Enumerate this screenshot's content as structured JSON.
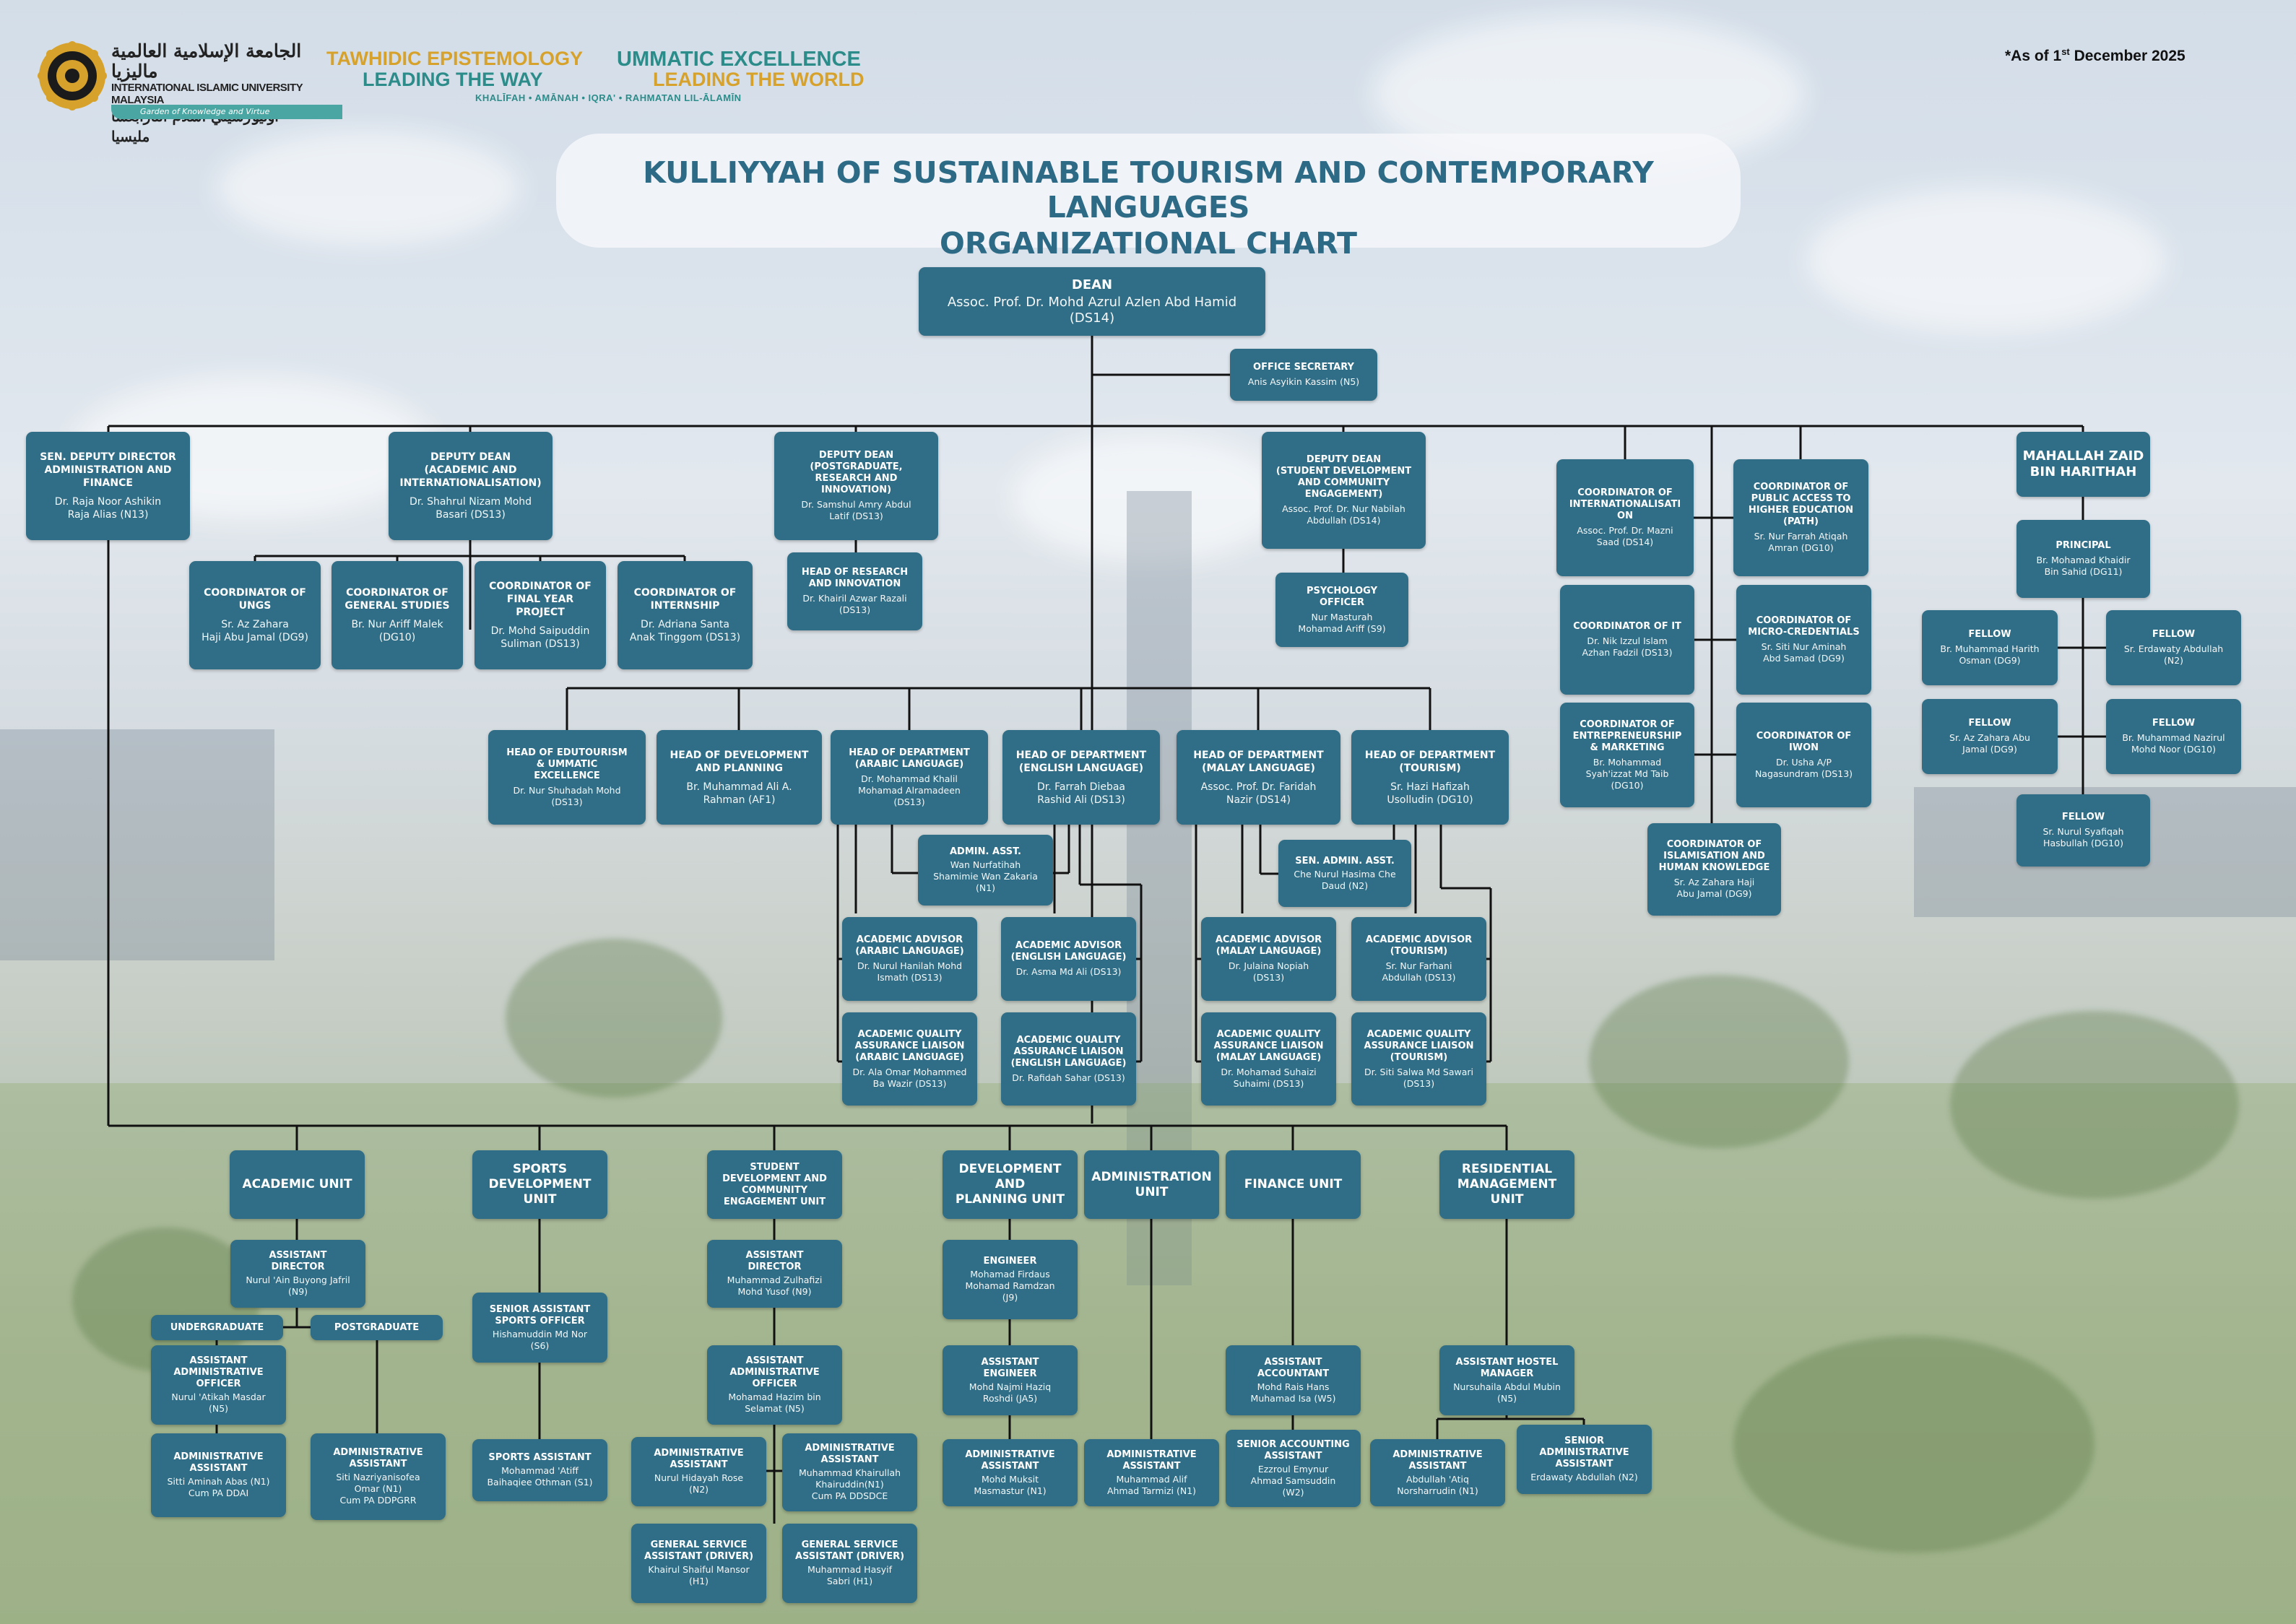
{
  "header": {
    "university_arabic": "الجامعة الإسلامية العالمية ماليزيا",
    "university_name": "INTERNATIONAL ISLAMIC UNIVERSITY MALAYSIA",
    "university_jawi": "اونيۏرسيتي اسلام انتارابڠسا مليسيا",
    "university_tagline": "Garden of Knowledge and Virtue",
    "slogan_left_1": "TAWHIDIC EPISTEMOLOGY",
    "slogan_left_2": "LEADING THE WAY",
    "slogan_right_1": "UMMATIC EXCELLENCE",
    "slogan_right_2": "LEADING THE WORLD",
    "motto": "KHALĪFAH • AMĀNAH • IQRA' • RAHMATAN LIL-ĀLAMĪN",
    "as_of_prefix": "*As of 1",
    "as_of_sup": "st",
    "as_of_suffix": " December 2025",
    "title_line1": "KULLIYYAH OF SUSTAINABLE TOURISM AND CONTEMPORARY LANGUAGES",
    "title_line2": "ORGANIZATIONAL CHART"
  },
  "colors": {
    "box": "#2f6e86",
    "title": "#2c6a86",
    "gold": "#d6a22b",
    "teal": "#2b8c8a"
  },
  "nodes": {
    "dean": {
      "h": "DEAN",
      "n": "Assoc. Prof. Dr. Mohd Azrul Azlen Abd Hamid\n(DS14)"
    },
    "office_secretary": {
      "h": "OFFICE SECRETARY",
      "n": "Anis Asyikin Kassim (N5)"
    },
    "sen_deputy_director": {
      "h": "SEN. DEPUTY DIRECTOR\nADMINISTRATION AND\nFINANCE",
      "n": "Dr. Raja Noor Ashikin\nRaja Alias (N13)"
    },
    "deputy_dean_academic": {
      "h": "DEPUTY DEAN\n(ACADEMIC AND\nINTERNATIONALISATION)",
      "n": "Dr. Shahrul Nizam Mohd\nBasari (DS13)"
    },
    "deputy_dean_pgr": {
      "h": "DEPUTY DEAN\n(POSTGRADUATE,\nRESEARCH AND\nINNOVATION)",
      "n": "Dr. Samshul Amry Abdul\nLatif (DS13)"
    },
    "head_research": {
      "h": "HEAD OF RESEARCH\nAND INNOVATION",
      "n": "Dr. Khairil Azwar Razali\n(DS13)"
    },
    "deputy_dean_student": {
      "h": "DEPUTY DEAN\n(STUDENT DEVELOPMENT\nAND COMMUNITY\nENGAGEMENT)",
      "n": "Assoc. Prof. Dr. Nur Nabilah\nAbdullah (DS14)"
    },
    "psychology_officer": {
      "h": "PSYCHOLOGY\nOFFICER",
      "n": "Nur Masturah\nMohamad Ariff (S9)"
    },
    "coord_ungs": {
      "h": "COORDINATOR OF\nUNGS",
      "n": "Sr. Az Zahara\nHaji Abu Jamal (DG9)"
    },
    "coord_general_studies": {
      "h": "COORDINATOR OF\nGENERAL STUDIES",
      "n": "Br. Nur Ariff Malek\n(DG10)"
    },
    "coord_fyp": {
      "h": "COORDINATOR OF\nFINAL YEAR\nPROJECT",
      "n": "Dr. Mohd Saipuddin\nSuliman (DS13)"
    },
    "coord_internship": {
      "h": "COORDINATOR OF\nINTERNSHIP",
      "n": "Dr. Adriana Santa\nAnak Tinggom (DS13)"
    },
    "coord_internationalisation": {
      "h": "COORDINATOR OF\nINTERNATIONALISATI\nON",
      "n": "Assoc. Prof. Dr. Mazni\nSaad (DS14)"
    },
    "coord_path": {
      "h": "COORDINATOR OF\nPUBLIC ACCESS TO\nHIGHER EDUCATION\n(PATH)",
      "n": "Sr. Nur Farrah Atiqah\nAmran (DG10)"
    },
    "coord_it": {
      "h": "COORDINATOR OF IT",
      "n": "Dr. Nik Izzul Islam\nAzhan Fadzil (DS13)"
    },
    "coord_microcred": {
      "h": "COORDINATOR OF\nMICRO-CREDENTIALS",
      "n": "Sr. Siti Nur Aminah\nAbd Samad (DG9)"
    },
    "coord_entrepreneurship": {
      "h": "COORDINATOR OF\nENTREPRENEURSHIP\n& MARKETING",
      "n": "Br. Mohammad\nSyah'izzat Md Taib\n(DG10)"
    },
    "coord_iwon": {
      "h": "COORDINATOR OF\nIWON",
      "n": "Dr. Usha A/P\nNagasundram (DS13)"
    },
    "coord_islamisation": {
      "h": "COORDINATOR OF\nISLAMISATION AND\nHUMAN KNOWLEDGE",
      "n": "Sr. Az Zahara Haji\nAbu Jamal (DG9)"
    },
    "mahallah": {
      "h": "MAHALLAH ZAID\nBIN HARITHAH",
      "n": ""
    },
    "principal": {
      "h": "PRINCIPAL",
      "n": "Br. Mohamad Khaidir\nBin Sahid (DG11)"
    },
    "fellow1": {
      "h": "FELLOW",
      "n": "Br. Muhammad Harith\nOsman (DG9)"
    },
    "fellow2": {
      "h": "FELLOW",
      "n": "Sr. Erdawaty Abdullah\n(N2)"
    },
    "fellow3": {
      "h": "FELLOW",
      "n": "Sr. Az Zahara Abu\nJamal (DG9)"
    },
    "fellow4": {
      "h": "FELLOW",
      "n": "Br. Muhammad Nazirul\nMohd Noor (DG10)"
    },
    "fellow5": {
      "h": "FELLOW",
      "n": "Sr. Nurul Syafiqah\nHasbullah (DG10)"
    },
    "head_edutourism": {
      "h": "HEAD OF EDUTOURISM\n& UMMATIC\nEXCELLENCE",
      "n": "Dr. Nur Shuhadah Mohd\n(DS13)"
    },
    "head_development": {
      "h": "HEAD OF DEVELOPMENT\nAND PLANNING",
      "n": "Br. Muhammad Ali A.\nRahman (AF1)"
    },
    "hod_arabic": {
      "h": "HEAD OF DEPARTMENT\n(ARABIC LANGUAGE)",
      "n": "Dr. Mohammad Khalil\nMohamad Alramadeen\n(DS13)"
    },
    "hod_english": {
      "h": "HEAD OF DEPARTMENT\n(ENGLISH LANGUAGE)",
      "n": "Dr. Farrah Diebaa\nRashid Ali (DS13)"
    },
    "hod_malay": {
      "h": "HEAD OF DEPARTMENT\n(MALAY LANGUAGE)",
      "n": "Assoc. Prof. Dr. Faridah\nNazir (DS14)"
    },
    "hod_tourism": {
      "h": "HEAD OF DEPARTMENT\n(TOURISM)",
      "n": "Sr. Hazi Hafizah\nUsolludin (DG10)"
    },
    "admin_asst": {
      "h": "ADMIN. ASST.",
      "n": "Wan Nurfatihah\nShamimie Wan Zakaria\n(N1)"
    },
    "sen_admin_asst": {
      "h": "SEN. ADMIN. ASST.",
      "n": "Che Nurul Hasima Che\nDaud  (N2)"
    },
    "aa_arabic": {
      "h": "ACADEMIC ADVISOR\n(ARABIC LANGUAGE)",
      "n": "Dr. Nurul Hanilah Mohd\nIsmath (DS13)"
    },
    "aa_english": {
      "h": "ACADEMIC ADVISOR\n(ENGLISH LANGUAGE)",
      "n": "Dr. Asma Md Ali (DS13)"
    },
    "aa_malay": {
      "h": "ACADEMIC ADVISOR\n(MALAY LANGUAGE)",
      "n": "Dr. Julaina Nopiah\n(DS13)"
    },
    "aa_tourism": {
      "h": "ACADEMIC ADVISOR\n(TOURISM)",
      "n": "Sr. Nur Farhani\nAbdullah (DS13)"
    },
    "aql_arabic": {
      "h": "ACADEMIC QUALITY\nASSURANCE LIAISON\n(ARABIC LANGUAGE)",
      "n": "Dr. Ala Omar Mohammed\nBa Wazir (DS13)"
    },
    "aql_english": {
      "h": "ACADEMIC QUALITY\nASSURANCE LIAISON\n(ENGLISH LANGUAGE)",
      "n": "Dr. Rafidah Sahar (DS13)"
    },
    "aql_malay": {
      "h": "ACADEMIC QUALITY\nASSURANCE LIAISON\n(MALAY LANGUAGE)",
      "n": "Dr. Mohamad Suhaizi\nSuhaimi (DS13)"
    },
    "aql_tourism": {
      "h": "ACADEMIC QUALITY\nASSURANCE LIAISON\n(TOURISM)",
      "n": "Dr. Siti Salwa Md Sawari\n(DS13)"
    },
    "unit_academic": {
      "h": "ACADEMIC UNIT",
      "n": ""
    },
    "unit_sports": {
      "h": "SPORTS\nDEVELOPMENT UNIT",
      "n": ""
    },
    "unit_student": {
      "h": "STUDENT\nDEVELOPMENT AND\nCOMMUNITY\nENGAGEMENT UNIT",
      "n": ""
    },
    "unit_devplan": {
      "h": "DEVELOPMENT AND\nPLANNING UNIT",
      "n": ""
    },
    "unit_admin": {
      "h": "ADMINISTRATION\nUNIT",
      "n": ""
    },
    "unit_finance": {
      "h": "FINANCE UNIT",
      "n": ""
    },
    "unit_residential": {
      "h": "RESIDENTIAL\nMANAGEMENT UNIT",
      "n": ""
    },
    "asst_director_academic": {
      "h": "ASSISTANT\nDIRECTOR",
      "n": "Nurul 'Ain Buyong Jafril\n(N9)"
    },
    "undergraduate": {
      "h": "UNDERGRADUATE",
      "n": ""
    },
    "postgraduate": {
      "h": "POSTGRADUATE",
      "n": ""
    },
    "aao_academic": {
      "h": "ASSISTANT\nADMINISTRATIVE\nOFFICER",
      "n": "Nurul 'Atikah Masdar\n(N5)"
    },
    "aa_undergrad": {
      "h": "ADMINISTRATIVE\nASSISTANT",
      "n": "Sitti Aminah Abas (N1)\nCum PA DDAI"
    },
    "aa_postgrad": {
      "h": "ADMINISTRATIVE\nASSISTANT",
      "n": "Siti Nazriyanisofea\nOmar (N1)\nCum PA DDPGRR"
    },
    "senior_sports_officer": {
      "h": "SENIOR ASSISTANT\nSPORTS OFFICER",
      "n": "Hishamuddin Md Nor\n(S6)"
    },
    "sports_assistant": {
      "h": "SPORTS ASSISTANT",
      "n": "Mohammad 'Atiff\nBaihaqiee Othman (S1)"
    },
    "asst_director_student": {
      "h": "ASSISTANT\nDIRECTOR",
      "n": "Muhammad Zulhafizi\nMohd Yusof (N9)"
    },
    "aao_student": {
      "h": "ASSISTANT\nADMINISTRATIVE\nOFFICER",
      "n": "Mohamad Hazim bin\nSelamat (N5)"
    },
    "aa_student1": {
      "h": "ADMINISTRATIVE\nASSISTANT",
      "n": "Nurul Hidayah Rose\n(N2)"
    },
    "aa_student2": {
      "h": "ADMINISTRATIVE\nASSISTANT",
      "n": "Muhammad Khairullah\nKhairuddin(N1)\nCum PA DDSDCE"
    },
    "gsa1": {
      "h": "GENERAL SERVICE\nASSISTANT (DRIVER)",
      "n": "Khairul Shaiful Mansor\n(H1)"
    },
    "gsa2": {
      "h": "GENERAL SERVICE\nASSISTANT (DRIVER)",
      "n": "Muhammad Hasyif\nSabri (H1)"
    },
    "engineer": {
      "h": "ENGINEER",
      "n": "Mohamad Firdaus\nMohamad Ramdzan\n(J9)"
    },
    "asst_engineer": {
      "h": "ASSISTANT\nENGINEER",
      "n": "Mohd Najmi Haziq\nRoshdi (JA5)"
    },
    "aa_devplan": {
      "h": "ADMINISTRATIVE\nASSISTANT",
      "n": "Mohd Muksit\nMasmastur (N1)"
    },
    "aa_admin": {
      "h": "ADMINISTRATIVE\nASSISTANT",
      "n": "Muhammad Alif\nAhmad Tarmizi (N1)"
    },
    "asst_accountant": {
      "h": "ASSISTANT\nACCOUNTANT",
      "n": "Mohd Rais Hans\nMuhamad Isa (W5)"
    },
    "senior_accounting": {
      "h": "SENIOR ACCOUNTING\nASSISTANT",
      "n": "Ezzroul Emynur\nAhmad Samsuddin\n(W2)"
    },
    "asst_hostel_manager": {
      "h": "ASSISTANT HOSTEL\nMANAGER",
      "n": "Nursuhaila Abdul Mubin\n(N5)"
    },
    "aa_residential": {
      "h": "ADMINISTRATIVE\nASSISTANT",
      "n": "Abdullah 'Atiq\nNorsharrudin (N1)"
    },
    "senior_aa_residential": {
      "h": "SENIOR\nADMINISTRATIVE\nASSISTANT",
      "n": "Erdawaty Abdullah (N2)"
    }
  }
}
